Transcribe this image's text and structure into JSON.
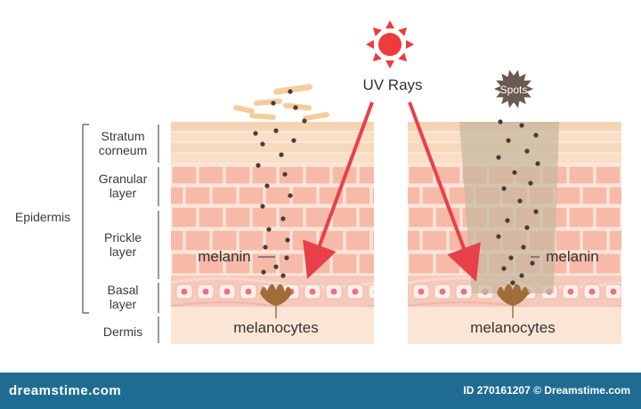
{
  "labels": {
    "uv_rays": "UV Rays",
    "spots": "Spots",
    "stratum_corneum_1": "Stratum",
    "stratum_corneum_2": "corneum",
    "granular_1": "Granular",
    "granular_2": "layer",
    "prickle_1": "Prickle",
    "prickle_2": "layer",
    "basal_1": "Basal",
    "basal_2": "layer",
    "epidermis": "Epidermis",
    "dermis": "Dermis",
    "melanin_left": "melanin",
    "melanin_right": "melanin",
    "melanocytes_left": "melanocytes",
    "melanocytes_right": "melanocytes"
  },
  "footer": {
    "brand": "dreamstime.com",
    "id_text": "ID 270161207 © Dreamstime.com"
  },
  "colors": {
    "stratum": "#f7dcc0",
    "cell": "#f7b9a8",
    "cell_border": "#fbe3d7",
    "basal": "#f2b6a6",
    "dermis": "#fbe6d6",
    "arrow": "#e8404a",
    "sun": "#ee3b3b",
    "melanin_dot": "#4a3b33",
    "spot_column": "#c8b8a0",
    "footer": "#1f6c93"
  }
}
